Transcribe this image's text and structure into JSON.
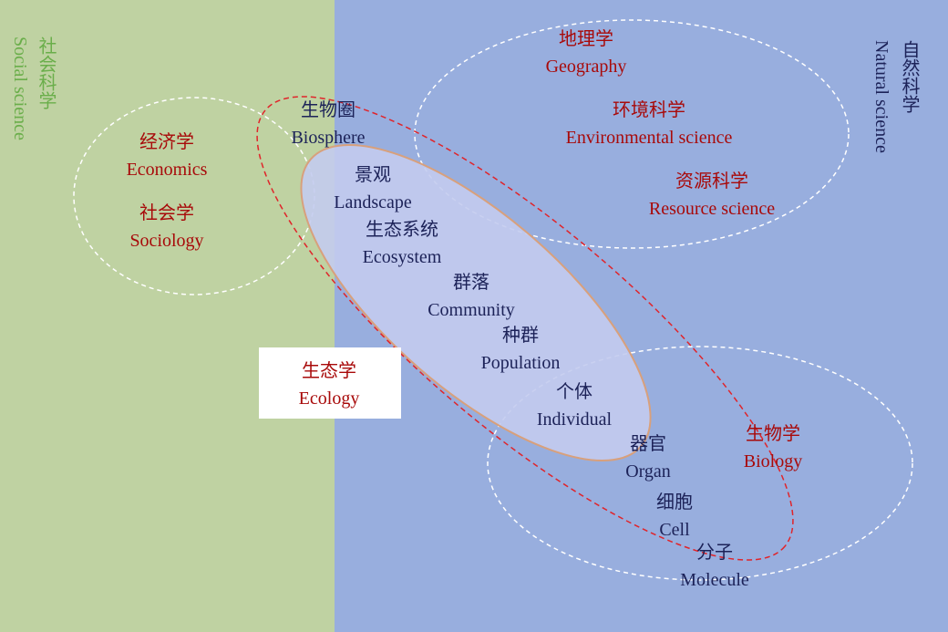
{
  "domains": {
    "social": {
      "zh": "社会科学",
      "en": "Social science"
    },
    "natural": {
      "zh": "自然科学",
      "en": "Natural science"
    }
  },
  "social_fields": [
    {
      "zh": "经济学",
      "en": "Economics"
    },
    {
      "zh": "社会学",
      "en": "Sociology"
    }
  ],
  "natural_fields": [
    {
      "zh": "地理学",
      "en": "Geography"
    },
    {
      "zh": "环境科学",
      "en": "Environmental science"
    },
    {
      "zh": "资源科学",
      "en": "Resource science"
    }
  ],
  "biology": {
    "zh": "生物学",
    "en": "Biology"
  },
  "ecology": {
    "zh": "生态学",
    "en": "Ecology"
  },
  "levels": [
    {
      "zh": "生物圈",
      "en": "Biosphere"
    },
    {
      "zh": "景观",
      "en": "Landscape"
    },
    {
      "zh": "生态系统",
      "en": "Ecosystem"
    },
    {
      "zh": "群落",
      "en": "Community"
    },
    {
      "zh": "种群",
      "en": "Population"
    },
    {
      "zh": "个体",
      "en": "Individual"
    },
    {
      "zh": "器官",
      "en": "Organ"
    },
    {
      "zh": "细胞",
      "en": "Cell"
    },
    {
      "zh": "分子",
      "en": "Molecule"
    }
  ],
  "colors": {
    "social_bg": "#bfd2a2",
    "natural_bg": "#98aede",
    "field_text": "#a80a0a",
    "level_text": "#1c2258",
    "social_label": "#6aae4a"
  }
}
